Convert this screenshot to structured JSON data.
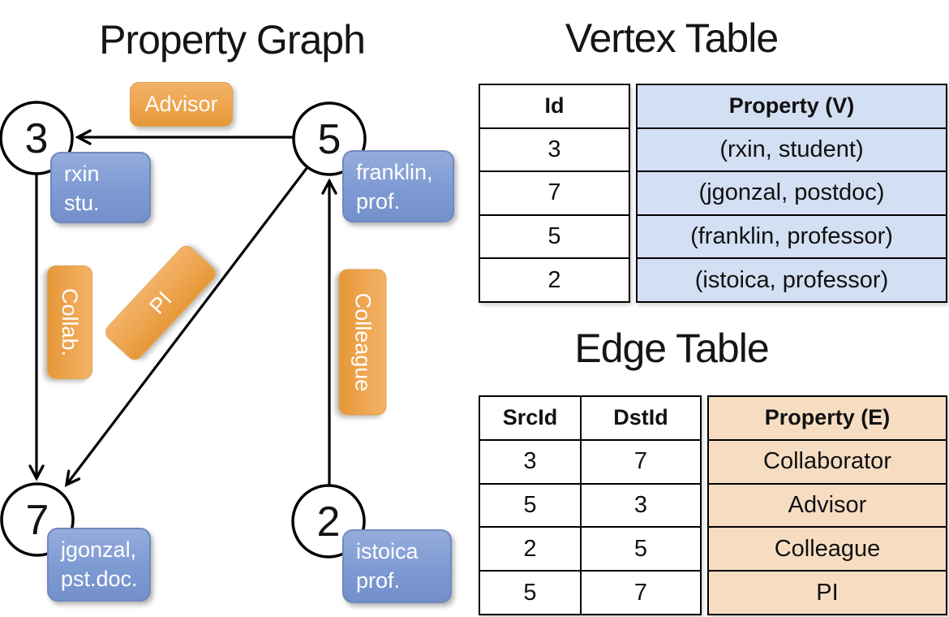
{
  "titles": {
    "graph": "Property Graph",
    "vertex_table": "Vertex Table",
    "edge_table": "Edge Table"
  },
  "graph": {
    "nodes": {
      "n3": {
        "id": "3",
        "line1": "rxin",
        "line2": "stu."
      },
      "n5": {
        "id": "5",
        "line1": "franklin,",
        "line2": "prof."
      },
      "n7": {
        "id": "7",
        "line1": "jgonzal,",
        "line2": "pst.doc."
      },
      "n2": {
        "id": "2",
        "line1": "istoica",
        "line2": "prof."
      }
    },
    "edge_labels": {
      "advisor": "Advisor",
      "collab": "Collab.",
      "pi": "PI",
      "colleague": "Colleague"
    }
  },
  "vertex_table": {
    "columns": {
      "id": "Id",
      "property": "Property (V)"
    },
    "rows": [
      {
        "id": "3",
        "property": "(rxin, student)"
      },
      {
        "id": "7",
        "property": "(jgonzal, postdoc)"
      },
      {
        "id": "5",
        "property": "(franklin, professor)"
      },
      {
        "id": "2",
        "property": "(istoica, professor)"
      }
    ]
  },
  "edge_table": {
    "columns": {
      "src": "SrcId",
      "dst": "DstId",
      "property": "Property (E)"
    },
    "rows": [
      {
        "src": "3",
        "dst": "7",
        "property": "Collaborator"
      },
      {
        "src": "5",
        "dst": "3",
        "property": "Advisor"
      },
      {
        "src": "2",
        "dst": "5",
        "property": "Colleague"
      },
      {
        "src": "5",
        "dst": "7",
        "property": "PI"
      }
    ]
  },
  "colors": {
    "edge_label_fill": "#EDA44E",
    "vertex_label_fill": "#7E9AD3",
    "vertex_property_cell_fill": "#D3DFF2",
    "edge_property_cell_fill": "#F6DDC2",
    "line": "#000000"
  }
}
